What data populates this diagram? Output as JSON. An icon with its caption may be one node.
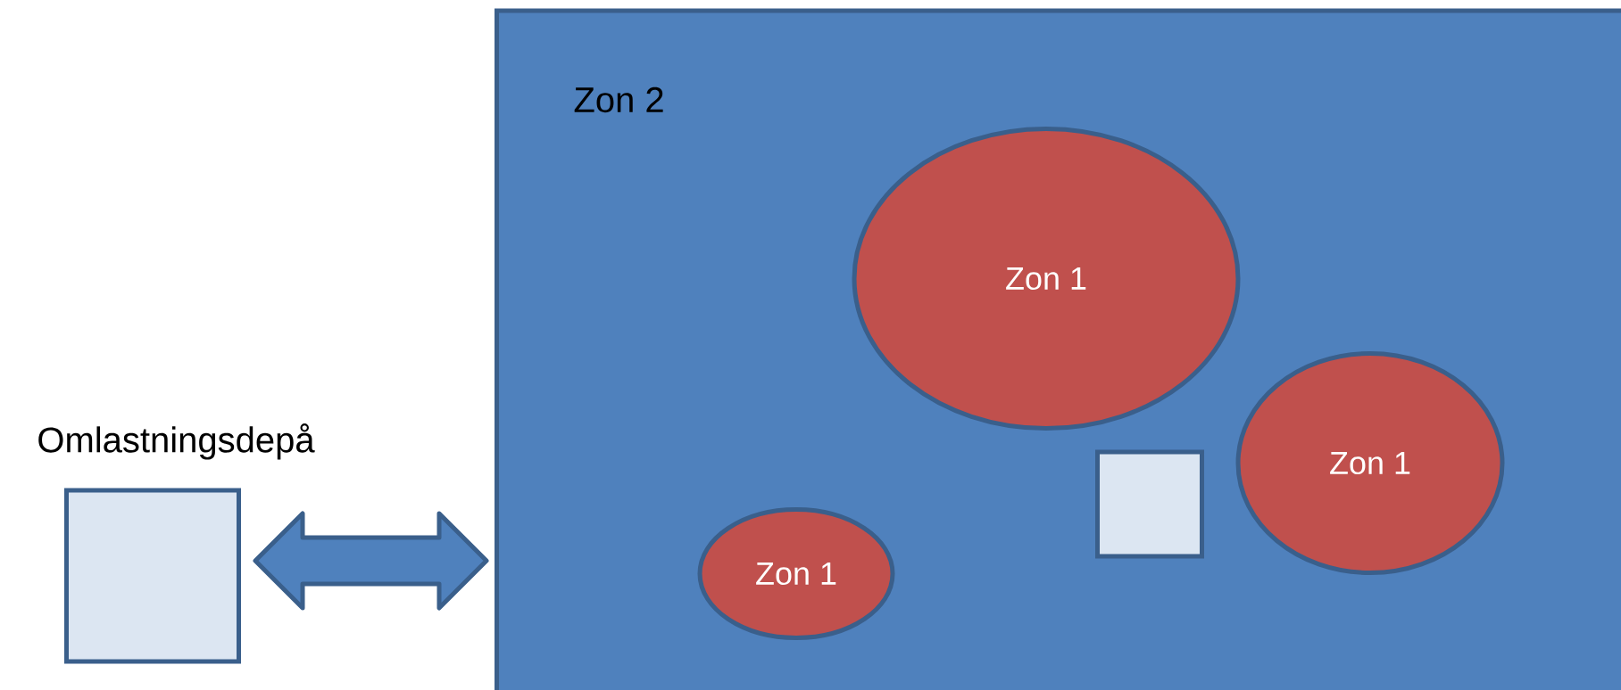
{
  "diagram": {
    "nodes": [
      {
        "text": [
          "Omlastningsdepå"
        ]
      },
      {
        "text": [
          "Zon 2"
        ]
      },
      {
        "text": [
          "Zon 1"
        ],
        "in": 1
      },
      {
        "text": [
          "Zon 1"
        ],
        "in": 1
      },
      {
        "text": [],
        "shape": "box",
        "in": 1
      },
      {
        "text": [
          "Zon 1"
        ],
        "in": 1
      }
    ],
    "edges": [
      {
        "from": 0,
        "to": 1,
        "arrow": "both"
      }
    ]
  }
}
